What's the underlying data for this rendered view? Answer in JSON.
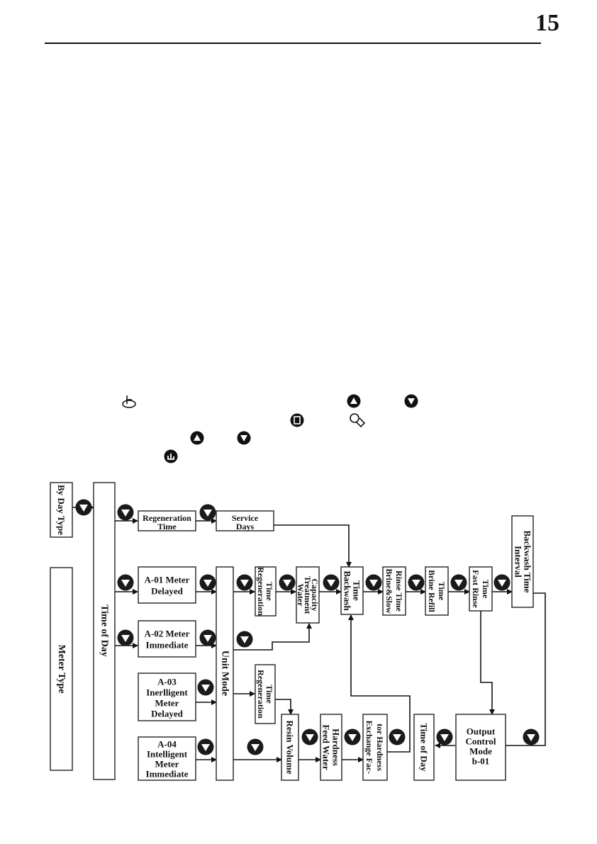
{
  "header": {
    "page_number": "15"
  },
  "flow": {
    "by_day_type": "By Day Type",
    "meter_type": "Meter Type",
    "time_of_day": "Time of Day",
    "regeneration_time": [
      "Regeneration",
      "Time"
    ],
    "service_days": [
      "Service",
      "Days"
    ],
    "a01": [
      "A-01 Meter",
      "Delayed"
    ],
    "a02": [
      "A-02 Meter",
      "Immediate"
    ],
    "a03": [
      "A-03",
      "Inerlligent",
      "Meter",
      "Delayed"
    ],
    "a04": [
      "A-04",
      "Intelligent",
      "Meter",
      "Immediate"
    ],
    "unit_mode": "Unit Mode",
    "regen_time_rot": [
      "Regeneration",
      "Time"
    ],
    "water_capacity": [
      "Water",
      "Treatment",
      "Capacity"
    ],
    "backwash_time": [
      "Backwash",
      "Time"
    ],
    "brine_slow": [
      "Brine&Slow",
      "Rinse Time"
    ],
    "brine_refill": [
      "Brine Refill",
      "Time"
    ],
    "fast_rinse": [
      "Fast Rinse",
      "Time"
    ],
    "interval_backwash": [
      "Interval",
      "Backwash Time"
    ],
    "regen_time_lower": [
      "Regeneration",
      "Time"
    ],
    "resin_volume": "Resin Volume",
    "feed_water": [
      "Feed Water",
      "Hardness"
    ],
    "exchange_factor": [
      "Exchange Fac-",
      "tor Hardness"
    ],
    "time_of_day_2": "Time of Day",
    "output_control": [
      "Output",
      "Control",
      "Mode",
      "b-01"
    ]
  }
}
